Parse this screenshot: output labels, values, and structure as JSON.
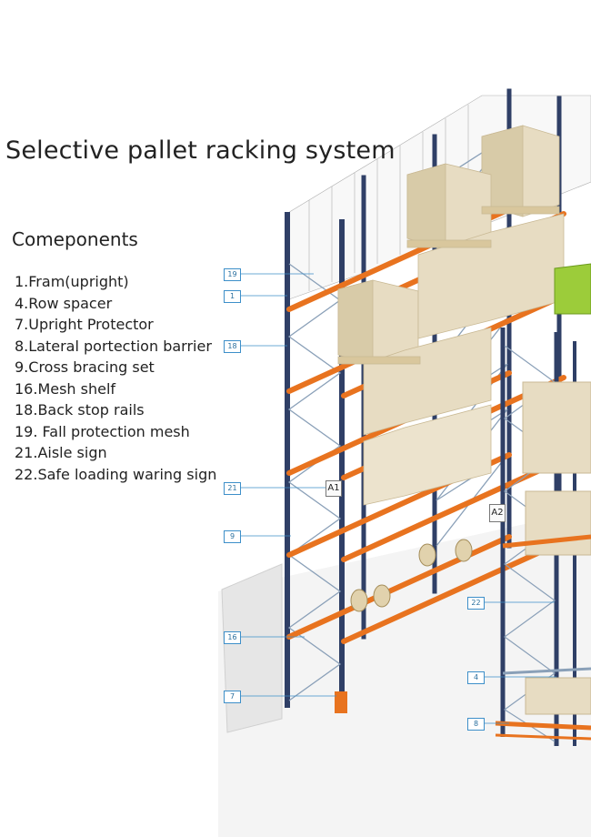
{
  "title": "Selective pallet racking system",
  "subtitle": "Comeponents",
  "components": [
    "1.Fram(upright)",
    "4.Row spacer",
    "7.Upright Protector",
    "8.Lateral portection barrier",
    "9.Cross bracing set",
    "16.Mesh shelf",
    "18.Back stop rails",
    "19. Fall protection mesh",
    "21.Aisle sign",
    "22.Safe loading waring sign"
  ],
  "callouts": [
    "19",
    "1",
    "18",
    "21",
    "9",
    "16",
    "7",
    "22",
    "4",
    "8"
  ],
  "aisle_signs": [
    "A1",
    "A2"
  ],
  "colors": {
    "upright": "#2f3f66",
    "beam": "#e8731f",
    "box": "#e7dcc2",
    "pallet": "#d9c79d",
    "mesh": "#9a9a9a",
    "callout_line": "#3d8fc9",
    "bin": "#9ccc3a"
  }
}
